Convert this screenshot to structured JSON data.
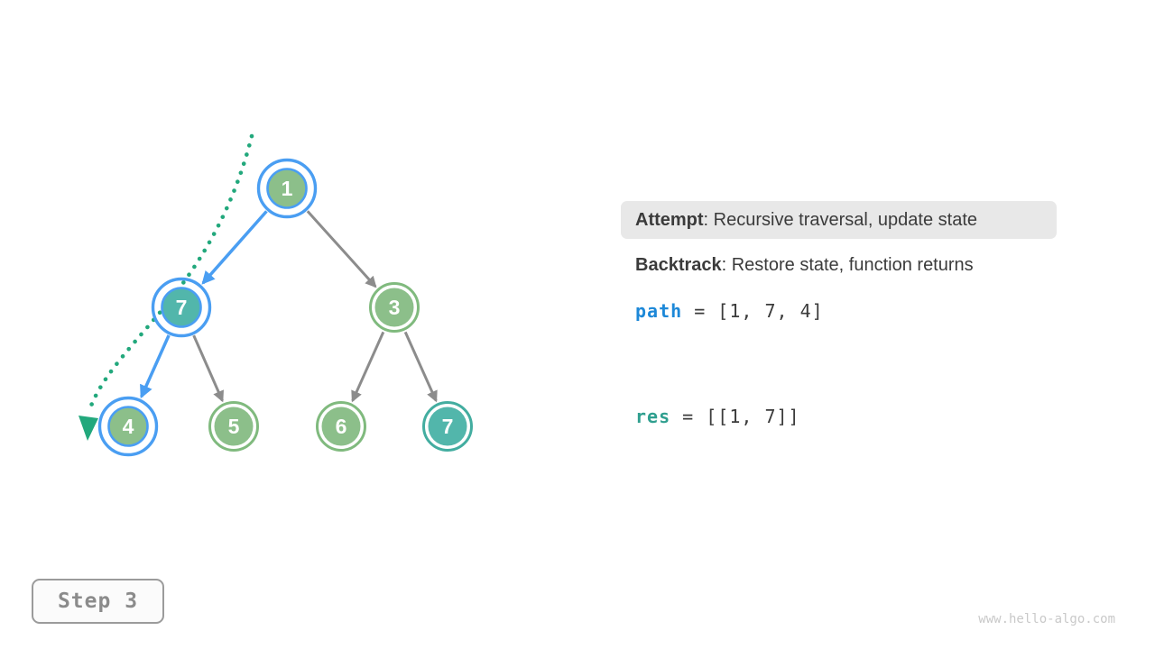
{
  "colors": {
    "node_green": "#8cbf8a",
    "node_teal": "#52b6ab",
    "highlight_blue": "#4a9ef2",
    "edge_gray": "#8c8c8c",
    "trace_green": "#22a87c",
    "code_blue": "#1d88d8",
    "code_teal": "#2f9f8f",
    "text_dark": "#3b3b3b"
  },
  "tree": {
    "nodes": [
      {
        "value": "1",
        "on_path": true,
        "is_target": false
      },
      {
        "value": "7",
        "on_path": true,
        "is_target": true
      },
      {
        "value": "3",
        "on_path": false,
        "is_target": false
      },
      {
        "value": "4",
        "on_path": true,
        "is_target": false
      },
      {
        "value": "5",
        "on_path": false,
        "is_target": false
      },
      {
        "value": "6",
        "on_path": false,
        "is_target": false
      },
      {
        "value": "7",
        "on_path": false,
        "is_target": true
      }
    ],
    "edges": [
      {
        "from": "1",
        "to": "7",
        "highlighted": true
      },
      {
        "from": "1",
        "to": "3",
        "highlighted": false
      },
      {
        "from": "7",
        "to": "4",
        "highlighted": true
      },
      {
        "from": "7",
        "to": "5",
        "highlighted": false
      },
      {
        "from": "3",
        "to": "6",
        "highlighted": false
      },
      {
        "from": "3",
        "to": "7",
        "highlighted": false
      }
    ]
  },
  "panel": {
    "attempt_label": "Attempt",
    "attempt_text": ": Recursive traversal, update state",
    "backtrack_label": "Backtrack",
    "backtrack_text": ": Restore state, function returns",
    "path_var": "path",
    "path_value": " = [1, 7, 4]",
    "res_var": "res",
    "res_value": " = [[1, 7]]"
  },
  "step_badge": {
    "label": "Step 3"
  },
  "watermark": "www.hello-algo.com"
}
